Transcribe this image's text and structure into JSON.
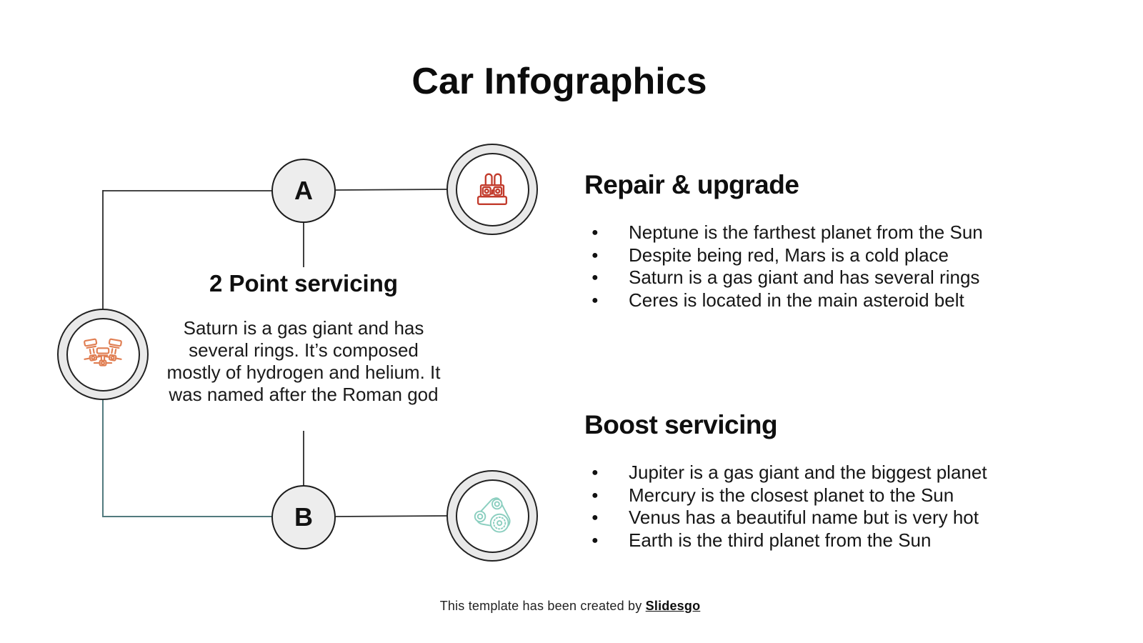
{
  "title": "Car Infographics",
  "diagram": {
    "node_a_label": "A",
    "node_b_label": "B",
    "center": {
      "heading": "2 Point servicing",
      "body": "Saturn is a gas giant and has several rings. It’s composed mostly of hydrogen and helium. It was named after the Roman god"
    },
    "icon_names": {
      "battery": "car-battery-icon",
      "engine": "engine-pistons-icon",
      "belt": "timing-belt-icon"
    },
    "icon_colors": {
      "battery": "#c23b2c",
      "engine": "#e07e52",
      "belt": "#8ccfc0"
    },
    "connector_color_dark": "#2b2b2b",
    "connector_color_teal": "#527a7e"
  },
  "sections": [
    {
      "heading": "Repair & upgrade",
      "bullets": [
        "Neptune is the farthest planet from the Sun",
        "Despite being red, Mars is a cold place",
        "Saturn is a gas giant and has several rings",
        "Ceres is located in the main asteroid belt"
      ]
    },
    {
      "heading": "Boost servicing",
      "bullets": [
        "Jupiter is a gas giant and the biggest planet",
        "Mercury is the closest planet to the Sun",
        "Venus has a beautiful name but is very hot",
        "Earth is the third planet from the Sun"
      ]
    }
  ],
  "glyphs": {
    "bullet": "●"
  },
  "footer": {
    "prefix": "This template has been created by ",
    "brand": "Slidesgo"
  }
}
